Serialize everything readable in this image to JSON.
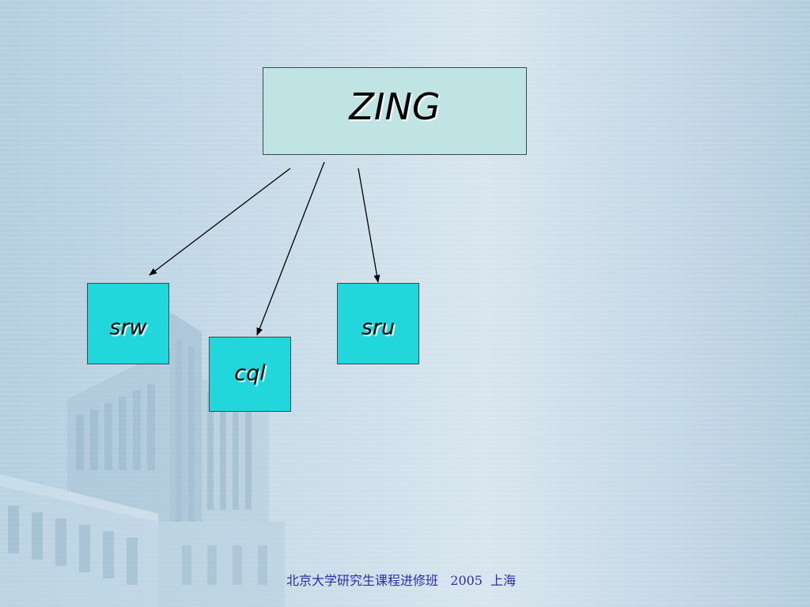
{
  "diagram": {
    "root": {
      "label": "ZING"
    },
    "children": [
      {
        "label": "srw"
      },
      {
        "label": "cql"
      },
      {
        "label": "sru"
      }
    ]
  },
  "footer": {
    "text": "北京大学研究生课程进修班   2005  上海"
  },
  "colors": {
    "root_fill": "#bfe4e3",
    "child_fill": "#22d7db",
    "footer_text": "#2c2ca8"
  }
}
